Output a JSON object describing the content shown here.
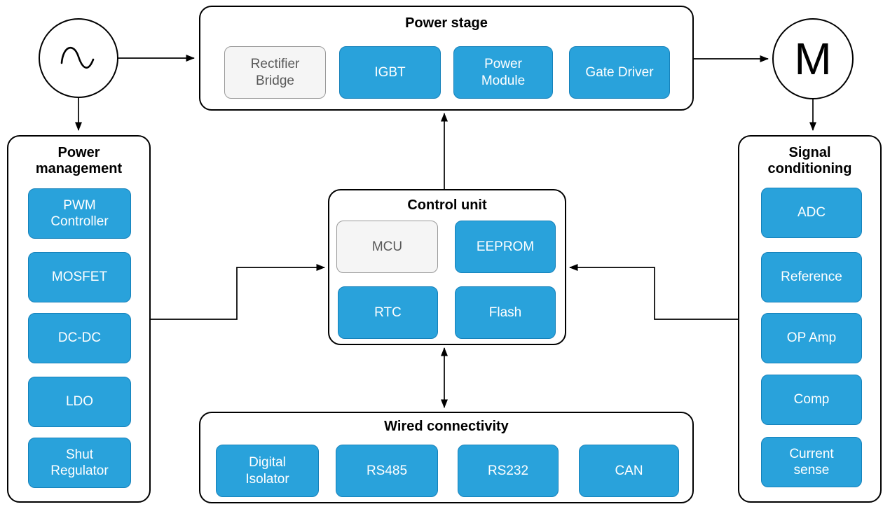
{
  "palette": {
    "blue_fill": "#29A2DB",
    "blue_stroke": "#1581BA",
    "gray_fill": "#F5F5F5",
    "gray_stroke": "#999999",
    "gray_text": "#595959",
    "white_text": "#FFFFFF",
    "line_color": "#000000"
  },
  "nodes": {
    "ac_source_icon": "sine-wave",
    "motor_label": "M"
  },
  "containers": {
    "power_stage": {
      "title": "Power stage",
      "blocks": [
        {
          "label": "Rectifier Bridge",
          "variant": "gray"
        },
        {
          "label": "IGBT",
          "variant": "blue"
        },
        {
          "label": "Power Module",
          "variant": "blue"
        },
        {
          "label": "Gate Driver",
          "variant": "blue"
        }
      ]
    },
    "power_management": {
      "title": "Power management",
      "blocks": [
        {
          "label": "PWM Controller",
          "variant": "blue"
        },
        {
          "label": "MOSFET",
          "variant": "blue"
        },
        {
          "label": "DC-DC",
          "variant": "blue"
        },
        {
          "label": "LDO",
          "variant": "blue"
        },
        {
          "label": "Shut Regulator",
          "variant": "blue"
        }
      ]
    },
    "control_unit": {
      "title": "Control unit",
      "blocks": [
        {
          "label": "MCU",
          "variant": "gray"
        },
        {
          "label": "EEPROM",
          "variant": "blue"
        },
        {
          "label": "RTC",
          "variant": "blue"
        },
        {
          "label": "Flash",
          "variant": "blue"
        }
      ]
    },
    "signal_conditioning": {
      "title": "Signal conditioning",
      "blocks": [
        {
          "label": "ADC",
          "variant": "blue"
        },
        {
          "label": "Reference",
          "variant": "blue"
        },
        {
          "label": "OP Amp",
          "variant": "blue"
        },
        {
          "label": "Comp",
          "variant": "blue"
        },
        {
          "label": "Current sense",
          "variant": "blue"
        }
      ]
    },
    "wired_connectivity": {
      "title": "Wired connectivity",
      "blocks": [
        {
          "label": "Digital Isolator",
          "variant": "blue"
        },
        {
          "label": "RS485",
          "variant": "blue"
        },
        {
          "label": "RS232",
          "variant": "blue"
        },
        {
          "label": "CAN",
          "variant": "blue"
        }
      ]
    }
  },
  "connections": [
    {
      "from": "ac-source",
      "to": "power-stage"
    },
    {
      "from": "power-stage",
      "to": "motor"
    },
    {
      "from": "ac-source",
      "to": "power-management"
    },
    {
      "from": "motor",
      "to": "signal-conditioning"
    },
    {
      "from": "control-unit",
      "to": "power-stage"
    },
    {
      "from": "control-unit",
      "to": "wired-connectivity",
      "bidirectional": true
    },
    {
      "from": "power-management",
      "to": "control-unit"
    },
    {
      "from": "signal-conditioning",
      "to": "control-unit"
    }
  ]
}
